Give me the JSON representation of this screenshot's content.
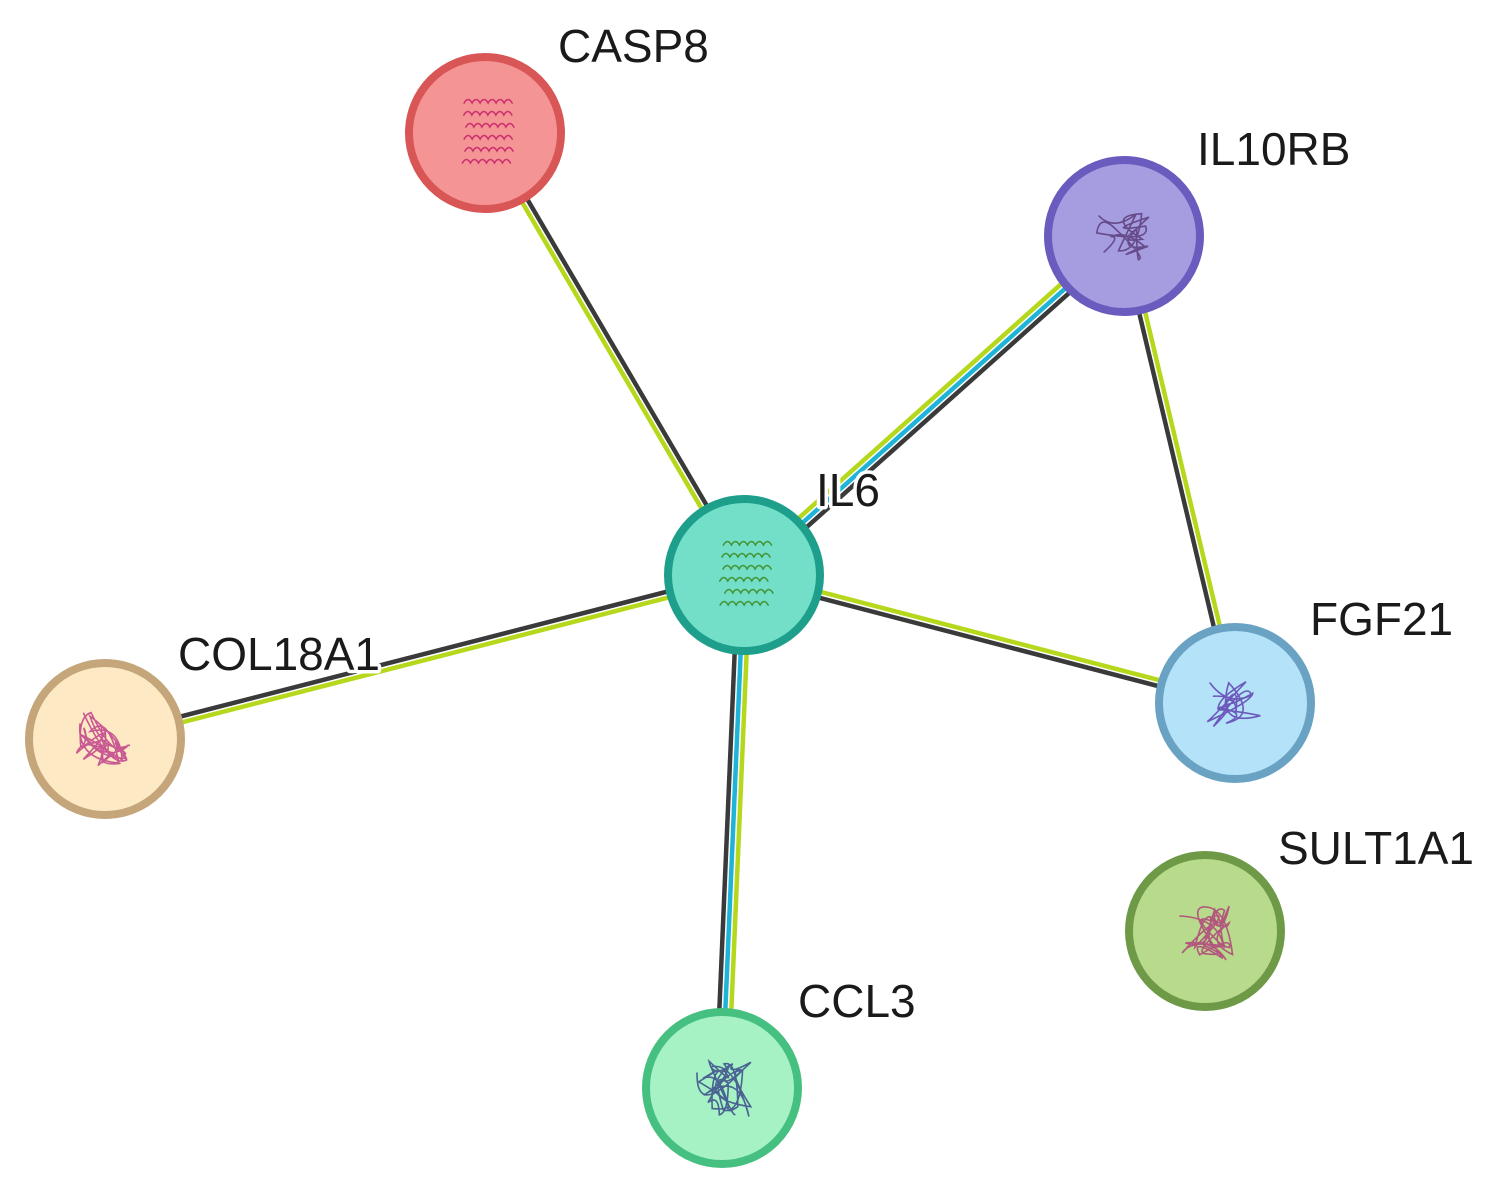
{
  "nodes": [
    {
      "id": "CASP8",
      "label": "CASP8",
      "fill": "#f59494",
      "stroke": "#d95656",
      "structure_color": "#c41e6a",
      "shape": "helix"
    },
    {
      "id": "IL10RB",
      "label": "IL10RB",
      "fill": "#a69ce0",
      "stroke": "#6a5cbf",
      "structure_color": "#5a3d7a",
      "shape": "sheet"
    },
    {
      "id": "IL6",
      "label": "IL6",
      "fill": "#73dfc8",
      "stroke": "#1e9f8c",
      "structure_color": "#3a8a1c",
      "shape": "helix"
    },
    {
      "id": "COL18A1",
      "label": "COL18A1",
      "fill": "#fde9c3",
      "stroke": "#c4a67a",
      "structure_color": "#c0408a",
      "shape": "coil"
    },
    {
      "id": "FGF21",
      "label": "FGF21",
      "fill": "#b3e2f9",
      "stroke": "#6aa2c4",
      "structure_color": "#6040b0",
      "shape": "sheet"
    },
    {
      "id": "SULT1A1",
      "label": "SULT1A1",
      "fill": "#b8da8c",
      "stroke": "#6e9a48",
      "structure_color": "#b0407a",
      "shape": "coil"
    },
    {
      "id": "CCL3",
      "label": "CCL3",
      "fill": "#a6f2c4",
      "stroke": "#46c080",
      "structure_color": "#3a4a8a",
      "shape": "coil"
    }
  ],
  "edges": [
    {
      "source": "IL6",
      "target": "CASP8",
      "evidence": [
        "textmining",
        "coexpression"
      ]
    },
    {
      "source": "IL6",
      "target": "IL10RB",
      "evidence": [
        "textmining",
        "database",
        "coexpression"
      ]
    },
    {
      "source": "IL6",
      "target": "COL18A1",
      "evidence": [
        "textmining",
        "coexpression"
      ]
    },
    {
      "source": "IL6",
      "target": "FGF21",
      "evidence": [
        "textmining",
        "coexpression"
      ]
    },
    {
      "source": "IL6",
      "target": "CCL3",
      "evidence": [
        "textmining",
        "database",
        "coexpression"
      ]
    },
    {
      "source": "IL10RB",
      "target": "FGF21",
      "evidence": [
        "textmining",
        "coexpression"
      ]
    }
  ],
  "evidence_colors": {
    "textmining": "#b5d81c",
    "database": "#1fb3d8",
    "coexpression": "#3a3a3a"
  }
}
